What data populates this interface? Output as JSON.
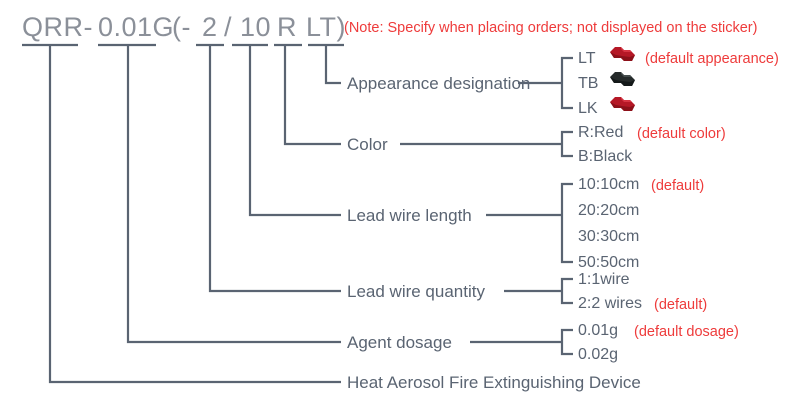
{
  "model_code": {
    "segments": [
      {
        "text": "QRR-"
      },
      {
        "text": "0.01G"
      },
      {
        "text": "(-"
      },
      {
        "text": "2"
      },
      {
        "text": "/"
      },
      {
        "text": "10"
      },
      {
        "text": "R"
      },
      {
        "text": "LT)"
      }
    ]
  },
  "header_note": "(Note: Specify when placing orders; not displayed on the sticker)",
  "categories": [
    {
      "label": "Appearance designation",
      "options": [
        {
          "value": "LT",
          "note": "(default appearance)",
          "icon": "device-icon-red"
        },
        {
          "value": "TB",
          "note": "",
          "icon": "device-icon-black"
        },
        {
          "value": "LK",
          "note": "",
          "icon": "device-icon-red"
        }
      ]
    },
    {
      "label": "Color",
      "options": [
        {
          "value": "R:Red",
          "note": "(default color)",
          "icon": ""
        },
        {
          "value": "B:Black",
          "note": "",
          "icon": ""
        }
      ]
    },
    {
      "label": "Lead wire length",
      "options": [
        {
          "value": "10:10cm",
          "note": "(default)",
          "icon": ""
        },
        {
          "value": "20:20cm",
          "note": "",
          "icon": ""
        },
        {
          "value": "30:30cm",
          "note": "",
          "icon": ""
        },
        {
          "value": "50:50cm",
          "note": "",
          "icon": ""
        }
      ]
    },
    {
      "label": "Lead wire quantity",
      "options": [
        {
          "value": "1:1wire",
          "note": "",
          "icon": ""
        },
        {
          "value": "2:2 wires",
          "note": "(default)",
          "icon": ""
        }
      ]
    },
    {
      "label": "Agent dosage",
      "options": [
        {
          "value": "0.01g",
          "note": "(default dosage)",
          "icon": ""
        },
        {
          "value": "0.02g",
          "note": "",
          "icon": ""
        }
      ]
    },
    {
      "label": "Heat Aerosol Fire Extinguishing Device",
      "options": []
    }
  ],
  "colors": {
    "line": "#5a6472",
    "code_text": "#8b9099",
    "label_text": "#5a6472",
    "note_red": "#ee3b3b",
    "device_red": "#b51826",
    "device_black": "#262b2b"
  }
}
